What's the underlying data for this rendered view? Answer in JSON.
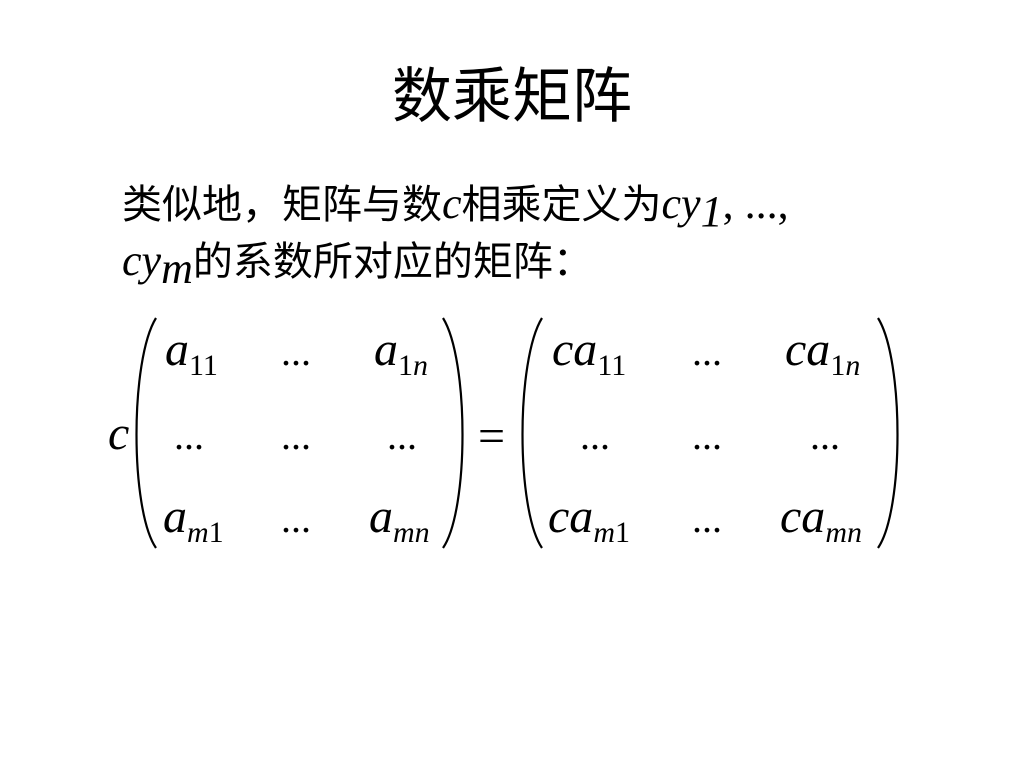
{
  "slide": {
    "title": "数乘矩阵",
    "line1": {
      "text_a": "类似地，矩阵与数",
      "var_c": "c",
      "text_b": "相乘定义为",
      "var_cy": "cy",
      "sub_1": "1",
      "tail": ", ...,"
    },
    "line2": {
      "var_cy": "cy",
      "sub_m": "m",
      "text": "的系数所对应的矩阵："
    }
  },
  "equation": {
    "scalar": "c",
    "equals": "=",
    "ellipsis": "...",
    "left_matrix": {
      "r1c1_base": "a",
      "r1c1_sub": "11",
      "r1c3_base": "a",
      "r1c3_sub_num": "1",
      "r1c3_sub_var": "n",
      "r3c1_base": "a",
      "r3c1_sub_var": "m",
      "r3c1_sub_num": "1",
      "r3c3_base": "a",
      "r3c3_sub_var": "mn"
    },
    "right_matrix": {
      "r1c1_base": "ca",
      "r1c1_sub": "11",
      "r1c3_base": "ca",
      "r1c3_sub_num": "1",
      "r1c3_sub_var": "n",
      "r3c1_base": "ca",
      "r3c1_sub_var": "m",
      "r3c1_sub_num": "1",
      "r3c3_base": "ca",
      "r3c3_sub_var": "mn"
    }
  }
}
